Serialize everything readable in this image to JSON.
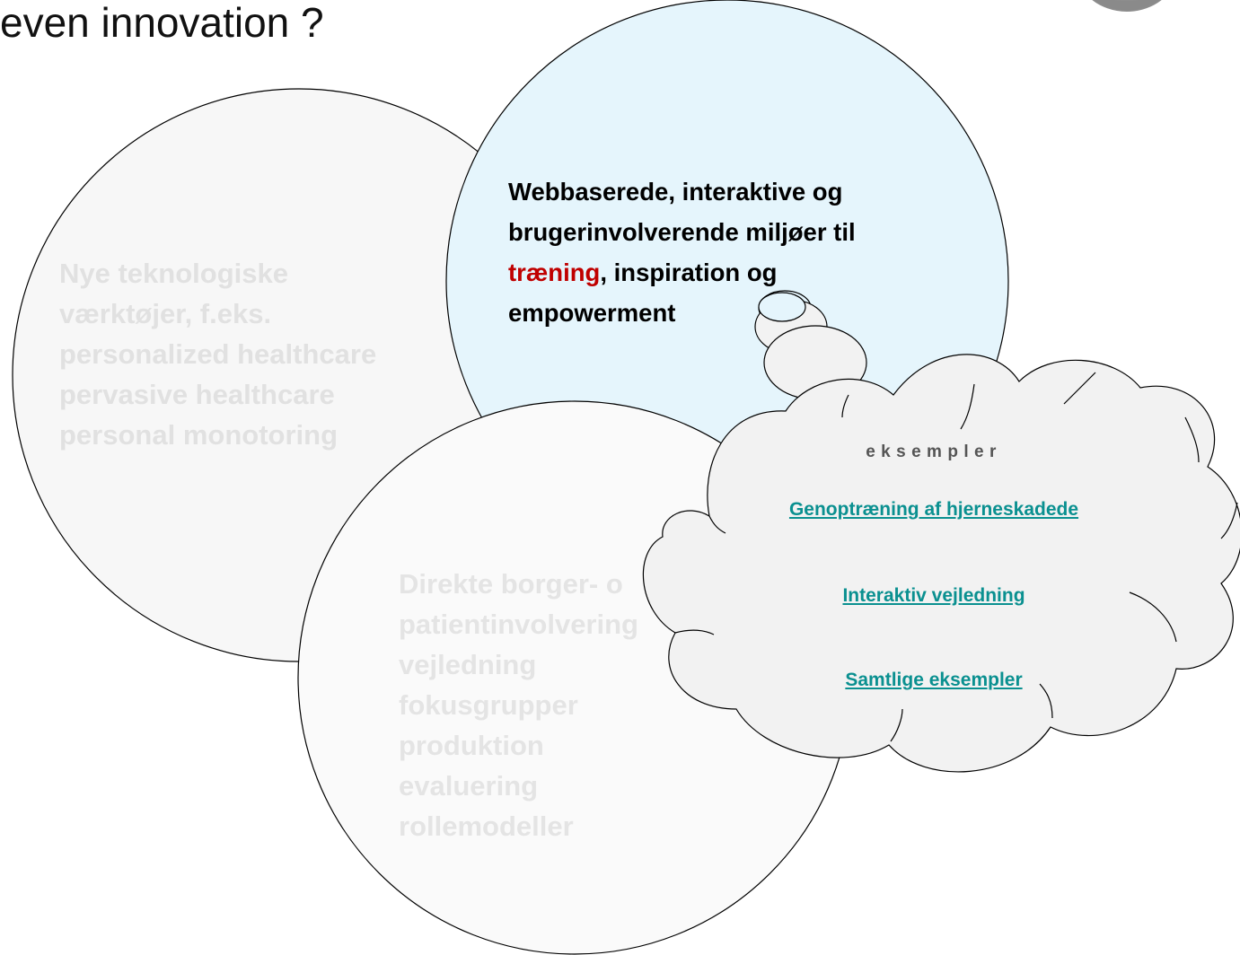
{
  "title": "even innovation ?",
  "left_circle": {
    "lines": [
      "Nye teknologiske",
      "værktøjer, f.eks.",
      "personalized healthcare",
      "pervasive healthcare",
      "personal monotoring"
    ]
  },
  "center_circle": {
    "line1": "Webbaserede, interaktive og",
    "line2": "brugerinvolverende miljøer til",
    "highlight": "træning",
    "line3_rest": ", inspiration og",
    "line4": "empowerment"
  },
  "bottom_circle": {
    "lines": [
      "Direkte borger- o",
      "patientinvolvering",
      "vejledning",
      "fokusgrupper",
      "produktion",
      "evaluering",
      "rollemodeller"
    ]
  },
  "cloud": {
    "heading": "eksempler",
    "links": [
      "Genoptræning af hjerneskadede",
      "Interaktiv vejledning",
      "Samtlige eksempler"
    ]
  },
  "colors": {
    "circle_fill": "#f7f7f7",
    "center_fill": "#e5f5fc",
    "cloud_fill": "#f2f2f2",
    "link": "#0a9090",
    "highlight": "#c00000"
  }
}
